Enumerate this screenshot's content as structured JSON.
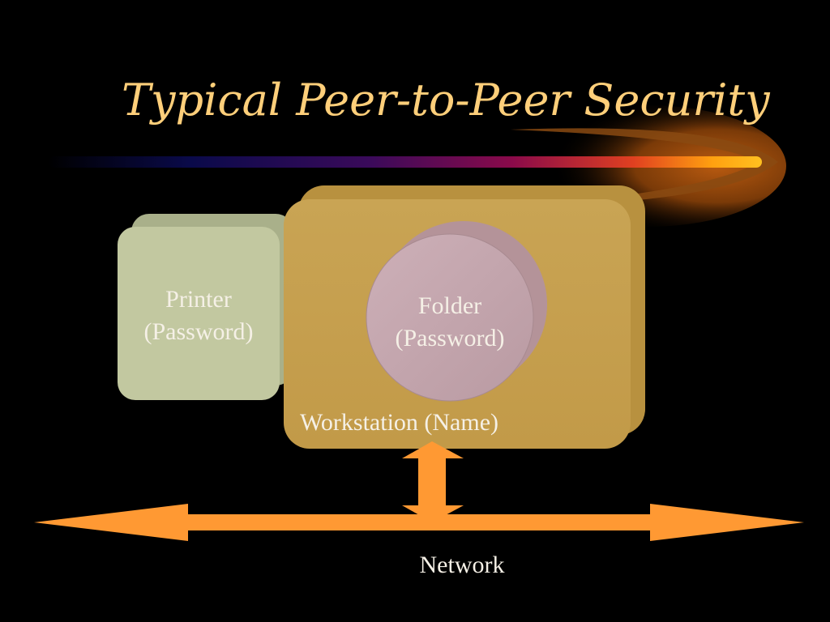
{
  "slide": {
    "title": "Typical Peer-to-Peer Security"
  },
  "diagram": {
    "printer": {
      "line1": "Printer",
      "line2": "(Password)"
    },
    "folder": {
      "line1": "Folder",
      "line2": "(Password)"
    },
    "workstation": {
      "label": "Workstation (Name)"
    },
    "network": {
      "label": "Network"
    }
  },
  "colors": {
    "background": "#000000",
    "title": "#ffcf7a",
    "printer_box": "#c2c8a0",
    "workstation_box": "#c8a050",
    "folder_cylinder": "#c9aab0",
    "arrow": "#ff9933"
  }
}
